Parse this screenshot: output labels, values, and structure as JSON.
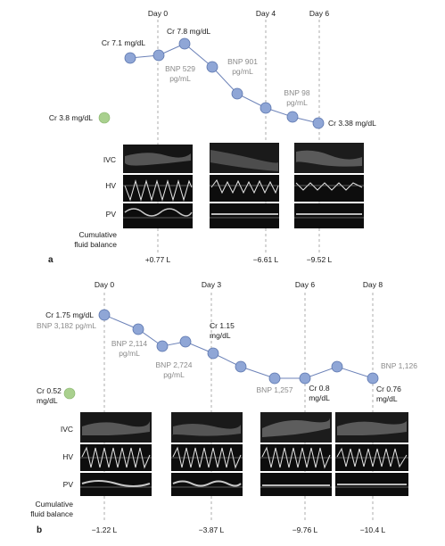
{
  "panel_a": {
    "panel_label": "a",
    "days": [
      "Day 0",
      "Day 4",
      "Day 6"
    ],
    "baseline_cr": "Cr 3.8 mg/dL",
    "point_labels": {
      "cr_start": "Cr 7.1 mg/dL",
      "cr_peak": "Cr 7.8 mg/dL",
      "bnp_day0": [
        "BNP 529",
        "pg/mL"
      ],
      "bnp_day4": [
        "BNP 901",
        "pg/mL"
      ],
      "bnp_day6": [
        "BNP 98",
        "pg/mL"
      ],
      "cr_end": "Cr 3.38 mg/dL"
    },
    "row_labels": [
      "IVC",
      "HV",
      "PV"
    ],
    "fluid_label": [
      "Cumulative",
      "fluid balance"
    ],
    "fluid_values": [
      "+0.77 L",
      "−6.61 L",
      "−9.52 L"
    ]
  },
  "panel_b": {
    "panel_label": "b",
    "days": [
      "Day 0",
      "Day 3",
      "Day 6",
      "Day 8"
    ],
    "baseline_cr": [
      "Cr 0.52",
      "mg/dL"
    ],
    "point_labels": {
      "cr_start": "Cr 1.75 mg/dL",
      "bnp_start": "BNP 3,182 pg/mL",
      "bnp_2114": [
        "BNP 2,114",
        "pg/mL"
      ],
      "bnp_2724": [
        "BNP 2,724",
        "pg/mL"
      ],
      "cr_day3": [
        "Cr 1.15",
        "mg/dL"
      ],
      "bnp_1257": "BNP 1,257",
      "cr_day6": [
        "Cr 0.8",
        "mg/dL"
      ],
      "bnp_1126": "BNP 1,126",
      "cr_day8": [
        "Cr 0.76",
        "mg/dL"
      ]
    },
    "row_labels": [
      "IVC",
      "HV",
      "PV"
    ],
    "fluid_label": [
      "Cumulative",
      "fluid balance"
    ],
    "fluid_values": [
      "−1.22 L",
      "−3.87 L",
      "−9.76 L",
      "−10.4 L"
    ]
  },
  "colors": {
    "marker_fill": "#8fa6d6",
    "marker_stroke": "#5a74ad",
    "baseline_marker": "#a9d08e",
    "image_dark": "#0d0d0d",
    "text_gray": "#8a8a8a"
  }
}
